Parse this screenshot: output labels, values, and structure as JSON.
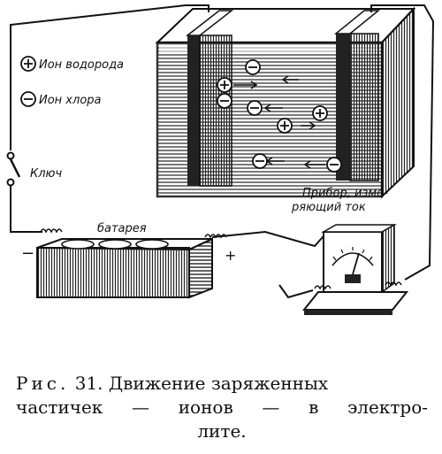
{
  "legend": {
    "hydrogen_ion": "Ион водорода",
    "chlorine_ion": "Ион хлора",
    "plus_sign": "+",
    "minus_sign": "−"
  },
  "labels": {
    "switch": "Ключ",
    "battery": "батарея",
    "battery_minus": "−",
    "battery_plus": "+",
    "meter_line1": "Прибор, изме-",
    "meter_line2": "ряющий ток"
  },
  "caption": {
    "prefix": "Рис.",
    "number": "31.",
    "line1_rest": "Движение заряженных",
    "line2": "частичек — ионов — в электро-",
    "line3": "лите."
  }
}
